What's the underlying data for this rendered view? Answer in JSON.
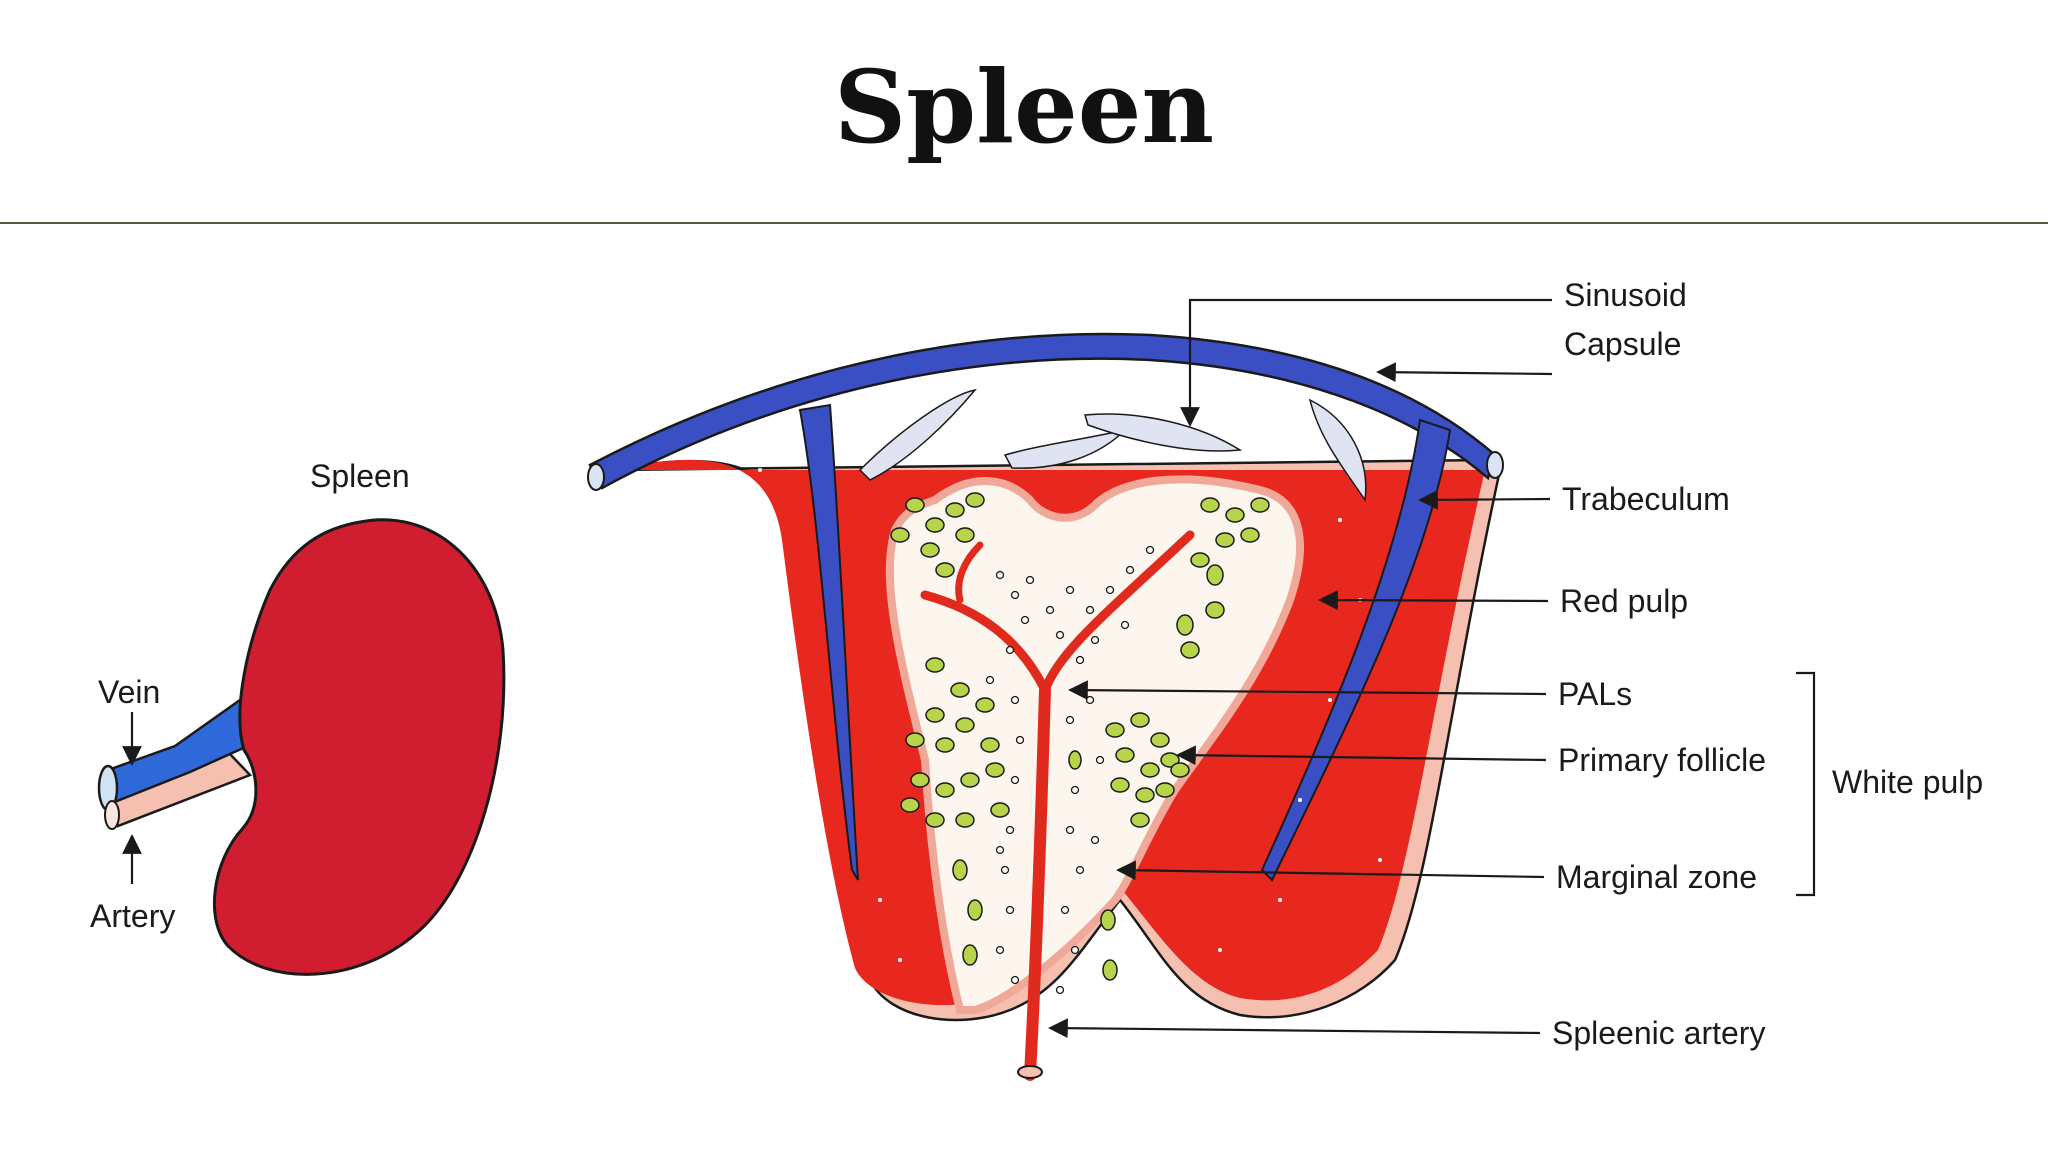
{
  "title": "Spleen",
  "small_diagram": {
    "title": "Spleen",
    "vein_label": "Vein",
    "artery_label": "Artery"
  },
  "section_labels": {
    "sinusoid": "Sinusoid",
    "capsule": "Capsule",
    "trabeculum": "Trabeculum",
    "red_pulp": "Red pulp",
    "pals": "PALs",
    "primary_follicle": "Primary follicle",
    "marginal_zone": "Marginal zone",
    "white_pulp": "White pulp",
    "splenic_artery": "Spleenic artery"
  },
  "colors": {
    "red_pulp": "#e8281e",
    "capsule": "#3a4fc4",
    "marginal_zone": "#f5c0b0",
    "white_pulp": "#fdf6ee",
    "follicle_cell": "#b8d44a",
    "spleen_organ": "#d11d30"
  }
}
